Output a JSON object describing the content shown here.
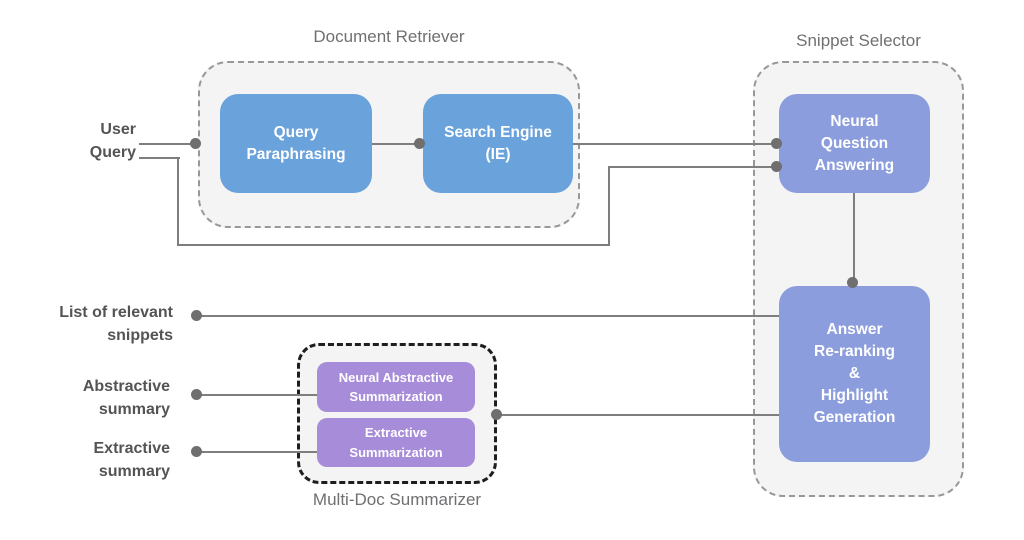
{
  "diagram": {
    "type": "flow-diagram",
    "groups": [
      {
        "id": "document-retriever",
        "title": "Document Retriever"
      },
      {
        "id": "snippet-selector",
        "title": "Snippet Selector"
      },
      {
        "id": "multi-doc-summarizer",
        "title": "Multi-Doc Summarizer"
      }
    ],
    "nodes": [
      {
        "id": "query-paraphrasing",
        "group": "document-retriever",
        "lines": [
          "Query",
          "Paraphrasing"
        ],
        "color": "#6aa2db"
      },
      {
        "id": "search-engine",
        "group": "document-retriever",
        "lines": [
          "Search Engine",
          "(IE)"
        ],
        "color": "#6aa2db"
      },
      {
        "id": "neural-question-answering",
        "group": "snippet-selector",
        "lines": [
          "Neural",
          "Question",
          "Answering"
        ],
        "color": "#8c9ddd"
      },
      {
        "id": "answer-reranking",
        "group": "snippet-selector",
        "lines": [
          "Answer",
          "Re-ranking",
          "&",
          "Highlight",
          "Generation"
        ],
        "color": "#8c9ddd"
      },
      {
        "id": "neural-abstractive-summarization",
        "group": "multi-doc-summarizer",
        "lines": [
          "Neural Abstractive",
          "Summarization"
        ],
        "color": "#a78cd9"
      },
      {
        "id": "extractive-summarization",
        "group": "multi-doc-summarizer",
        "lines": [
          "Extractive",
          "Summarization"
        ],
        "color": "#a78cd9"
      }
    ],
    "io_labels": [
      {
        "id": "user-query",
        "lines": [
          "User",
          "Query"
        ]
      },
      {
        "id": "list-of-relevant-snippets",
        "lines": [
          "List of relevant",
          "snippets"
        ]
      },
      {
        "id": "abstractive-summary",
        "lines": [
          "Abstractive",
          "summary"
        ]
      },
      {
        "id": "extractive-summary",
        "lines": [
          "Extractive",
          "summary"
        ]
      }
    ],
    "edges": [
      {
        "from": "user-query",
        "to": "query-paraphrasing"
      },
      {
        "from": "query-paraphrasing",
        "to": "search-engine"
      },
      {
        "from": "search-engine",
        "to": "neural-question-answering"
      },
      {
        "from": "user-query",
        "to": "neural-question-answering"
      },
      {
        "from": "neural-question-answering",
        "to": "answer-reranking"
      },
      {
        "from": "answer-reranking",
        "to": "list-of-relevant-snippets"
      },
      {
        "from": "answer-reranking",
        "to": "multi-doc-summarizer"
      },
      {
        "from": "neural-abstractive-summarization",
        "to": "abstractive-summary"
      },
      {
        "from": "extractive-summarization",
        "to": "extractive-summary"
      }
    ],
    "colors": {
      "node_blue": "#6aa2db",
      "node_periwinkle": "#8c9ddd",
      "node_purple": "#a78cd9",
      "group_fill": "#f4f4f5",
      "group_border_gray": "#97989a",
      "summarizer_border_dark": "#1e1e1e",
      "connector": "#7e7e7e",
      "junction_dot": "#6f6f6f",
      "label_text": "#545454",
      "title_text": "#6f7072",
      "background": "#ffffff"
    }
  }
}
